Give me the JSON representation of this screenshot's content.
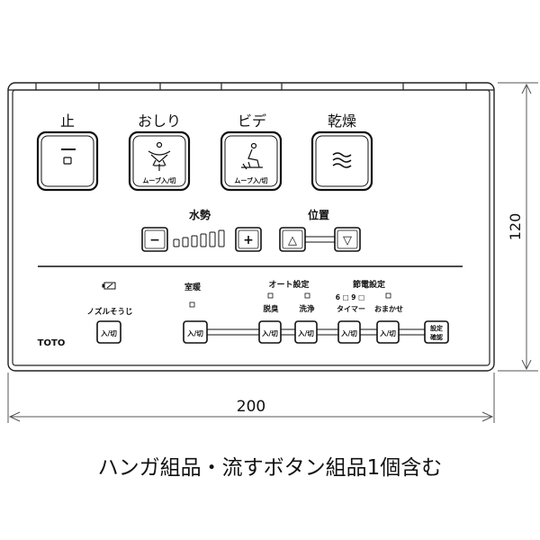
{
  "panel": {
    "brand": "TOTO",
    "top_buttons": [
      {
        "label": "止"
      },
      {
        "label": "おしり",
        "sub": "ムーブ入/切"
      },
      {
        "label": "ビデ",
        "sub": "ムーブ入/切"
      },
      {
        "label": "乾燥"
      }
    ],
    "water_pressure_label": "水勢",
    "position_label": "位置",
    "minus_symbol": "−",
    "plus_symbol": "+",
    "up_symbol": "△",
    "down_symbol": "▽",
    "nozzle_clean_label": "ノズルそうじ",
    "room_heat_label": "室暖",
    "auto_settings_label": "オート設定",
    "deodorize_label": "脱臭",
    "wash_label": "洗浄",
    "energy_settings_label": "節電設定",
    "timer_hours": "6 □ 9 □",
    "timer_label": "タイマー",
    "omakase_label": "おまかせ",
    "toggle_label": "入/切",
    "settings_confirm_label": "設定\n確認"
  },
  "dimensions": {
    "height": "120",
    "width": "200"
  },
  "caption": "ハンガ組品・流すボタン組品1個含む"
}
